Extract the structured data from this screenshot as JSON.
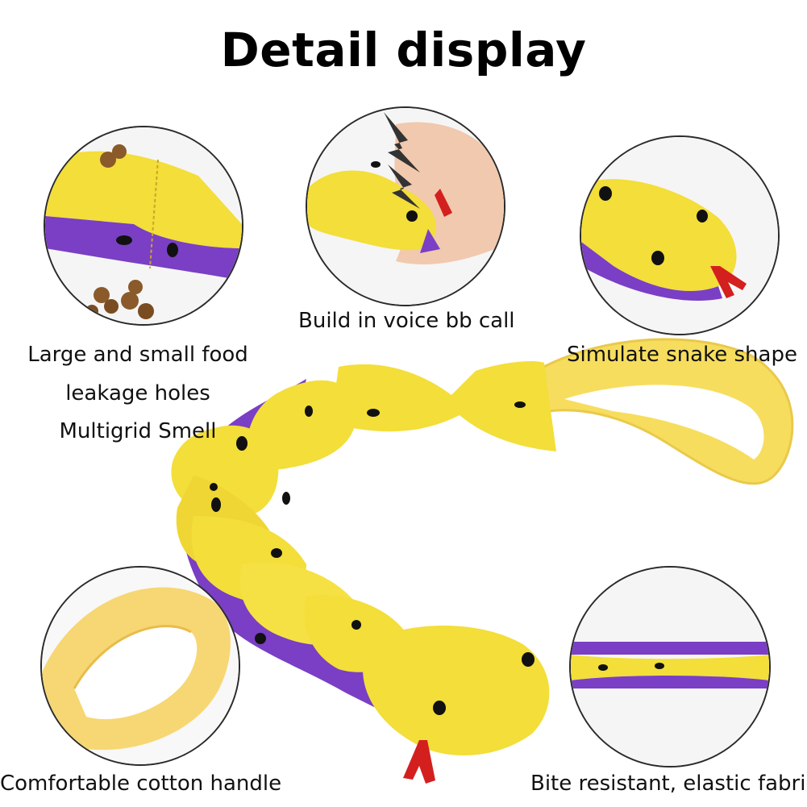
{
  "title": "Detail display",
  "captions": {
    "voice": "Build in voice bb call",
    "snake_shape": "Simulate snake shape",
    "food_line1": "Large and small food",
    "food_line2": "leakage holes",
    "food_line3": "Multigrid Smell",
    "handle": "Comfortable cotton handle",
    "bite": "Bite resistant, elastic fabric"
  },
  "colors": {
    "yellow": "#f3de3a",
    "yellow_shade": "#e2c61f",
    "purple": "#7a3fc4",
    "handle": "#f7dd5e",
    "tongue": "#d41f1f",
    "dot": "#111111"
  },
  "icons": [
    "snake-toy-illustration",
    "lightning-icon",
    "hand-illustration",
    "kibble-illustration"
  ]
}
